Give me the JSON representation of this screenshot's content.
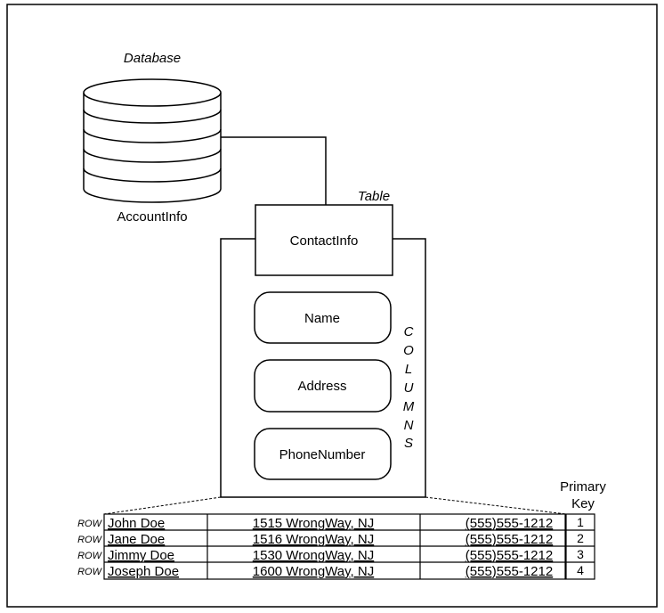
{
  "database": {
    "caption": "Database",
    "name": "AccountInfo"
  },
  "table": {
    "caption": "Table",
    "name": "ContactInfo"
  },
  "columns": {
    "label_letters": [
      "C",
      "O",
      "L",
      "U",
      "M",
      "N",
      "S"
    ],
    "items": [
      "Name",
      "Address",
      "PhoneNumber"
    ]
  },
  "primary_key": {
    "label_line1": "Primary",
    "label_line2": "Key"
  },
  "rows": {
    "row_label": "ROW",
    "records": [
      {
        "name": "John Doe",
        "address": "1515 WrongWay, NJ",
        "phone": "(555)555-1212",
        "key": "1"
      },
      {
        "name": "Jane Doe",
        "address": "1516 WrongWay, NJ",
        "phone": "(555)555-1212",
        "key": "2"
      },
      {
        "name": "Jimmy Doe",
        "address": "1530 WrongWay, NJ",
        "phone": "(555)555-1212",
        "key": "3"
      },
      {
        "name": "Joseph Doe",
        "address": "1600 WrongWay, NJ",
        "phone": "(555)555-1212",
        "key": "4"
      }
    ]
  }
}
